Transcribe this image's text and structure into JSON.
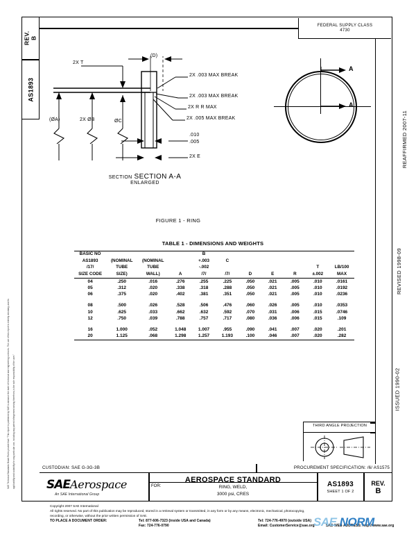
{
  "document": {
    "doc_number": "AS1893",
    "revision_label": "REV.",
    "revision": "B",
    "standard_type": "AEROSPACE STANDARD",
    "title_line1": "RING, WELD,",
    "title_line2": "3000 psi, CRES",
    "sheet": "SHEET 1 OF 2",
    "for_label": "FOR:"
  },
  "header": {
    "fsc_label": "FEDERAL SUPPLY CLASS",
    "fsc_value": "4730"
  },
  "sidebar": {
    "rev_tab": "REV.",
    "rev_tab_value": "B",
    "number_tab": "AS1893"
  },
  "dates": {
    "reaffirmed": "REAFFIRMED 2007-11",
    "revised": "REVISED 1998-09",
    "issued": "ISSUED 1990-02"
  },
  "drawing": {
    "figure_caption": "FIGURE 1 - RING",
    "section_label": "SECTION A-A",
    "section_sub": "ENLARGED",
    "section_arrow_a1": "A",
    "section_arrow_a2": "A",
    "callouts": {
      "t_2x": "2X T",
      "d_bracket": "(D)",
      "break_003_upper": "2X .003 MAX BREAK",
      "break_003_lower": "2X .003 MAX BREAK",
      "r_max": "2X R R MAX",
      "break_005": "2X .005 MAX BREAK",
      "dia_a": "(ØA)",
      "dia_b": "2X ØB",
      "dia_c": "ØC",
      "tol_upper": ".010",
      "tol_lower": ".005",
      "e_2x": "2X E"
    }
  },
  "table": {
    "title": "TABLE 1 - DIMENSIONS AND WEIGHTS",
    "columns": [
      {
        "key": "size_code",
        "lines": [
          "BASIC NO",
          "AS1893",
          "/17/",
          "SIZE CODE"
        ]
      },
      {
        "key": "tube_size",
        "lines": [
          "",
          "(NOMINAL",
          "TUBE",
          "SIZE)"
        ]
      },
      {
        "key": "tube_wall",
        "lines": [
          "",
          "(NOMINAL",
          "TUBE",
          "WALL)"
        ]
      },
      {
        "key": "a",
        "lines": [
          "",
          "",
          "",
          "A"
        ]
      },
      {
        "key": "b",
        "lines": [
          "B",
          "+.003",
          "-.002",
          "/7/"
        ]
      },
      {
        "key": "c",
        "lines": [
          "",
          "C",
          "",
          "/7/"
        ]
      },
      {
        "key": "d",
        "lines": [
          "",
          "",
          "",
          "D"
        ]
      },
      {
        "key": "e",
        "lines": [
          "",
          "",
          "",
          "E"
        ]
      },
      {
        "key": "r",
        "lines": [
          "",
          "",
          "",
          "R"
        ]
      },
      {
        "key": "t",
        "lines": [
          "",
          "",
          "T",
          "±.002"
        ]
      },
      {
        "key": "lb",
        "lines": [
          "",
          "",
          "LB/100",
          "MAX"
        ]
      }
    ],
    "groups": [
      {
        "rows": [
          {
            "size_code": "04",
            "tube_size": ".250",
            "tube_wall": ".016",
            "a": ".276",
            "b": ".255",
            "c": ".225",
            "d": ".050",
            "e": ".021",
            "r": ".005",
            "t": ".010",
            "lb": ".0161"
          },
          {
            "size_code": "05",
            "tube_size": ".312",
            "tube_wall": ".020",
            "a": ".338",
            "b": ".318",
            "c": ".288",
            "d": ".050",
            "e": ".021",
            "r": ".005",
            "t": ".010",
            "lb": ".0192"
          },
          {
            "size_code": "06",
            "tube_size": ".375",
            "tube_wall": ".020",
            "a": ".402",
            "b": ".381",
            "c": ".351",
            "d": ".050",
            "e": ".021",
            "r": ".005",
            "t": ".010",
            "lb": ".0236"
          }
        ]
      },
      {
        "rows": [
          {
            "size_code": "08",
            "tube_size": ".500",
            "tube_wall": ".026",
            "a": ".528",
            "b": ".506",
            "c": ".476",
            "d": ".060",
            "e": ".026",
            "r": ".005",
            "t": ".010",
            "lb": ".0353"
          },
          {
            "size_code": "10",
            "tube_size": ".625",
            "tube_wall": ".033",
            "a": ".662",
            "b": ".632",
            "c": ".592",
            "d": ".070",
            "e": ".031",
            "r": ".006",
            "t": ".015",
            "lb": ".0746"
          },
          {
            "size_code": "12",
            "tube_size": ".750",
            "tube_wall": ".039",
            "a": ".788",
            "b": ".757",
            "c": ".717",
            "d": ".080",
            "e": ".036",
            "r": ".006",
            "t": ".015",
            "lb": ".109"
          }
        ]
      },
      {
        "rows": [
          {
            "size_code": "16",
            "tube_size": "1.000",
            "tube_wall": ".052",
            "a": "1.048",
            "b": "1.007",
            "c": ".955",
            "d": ".090",
            "e": ".041",
            "r": ".007",
            "t": ".020",
            "lb": ".201"
          },
          {
            "size_code": "20",
            "tube_size": "1.125",
            "tube_wall": ".068",
            "a": "1.298",
            "b": "1.257",
            "c": "1.193",
            "d": ".100",
            "e": ".046",
            "r": ".007",
            "t": ".020",
            "lb": ".282"
          }
        ]
      }
    ]
  },
  "projection": {
    "label": "THIRD ANGLE PROJECTION"
  },
  "title_block": {
    "custodian": "CUSTODIAN: SAE G-3G-3B",
    "procurement": "PROCUREMENT SPECIFICATION: /6/ AS1575",
    "logo_sae": "SAE",
    "logo_aerospace": "Aerospace",
    "logo_tagline": "An SAE International Group"
  },
  "footer": {
    "copyright": "Copyright 2007 SAE International",
    "rights_line1": "All rights reserved. No part of this publication may be reproduced, stored in a retrieval system or transmitted, in any form or by any means, electronic, mechanical, photocopying,",
    "rights_line2": "recording, or otherwise, without the prior written permission of SAE.",
    "order_label": "TO PLACE A DOCUMENT ORDER:",
    "tel_usa": "Tel: 877-606-7323 (inside USA and Canada)",
    "tel_intl": "Tel: 724-776-4970 (outside USA)",
    "fax": "Fax: 724-776-0790",
    "email": "Email: CustomerService@sae.org",
    "web": "SAE WEB ADDRESS: http://www.sae.org"
  },
  "watermark": {
    "part1": "SAE",
    "part2": "NORM"
  },
  "side_notes": {
    "note1": "SAE Technical Standards Board Rules provide that: \"This report is published by SAE to advance the state of technical and engineering sciences. The use of this report is entirely voluntary, and its",
    "note2": "applicability and suitability for any particular use, including any patent infringement arising therefrom, is the sole responsibility of the user.\""
  },
  "colors": {
    "ink": "#000000",
    "watermark_blue": "#2f7fc4",
    "watermark_light": "#8fc4e6"
  }
}
